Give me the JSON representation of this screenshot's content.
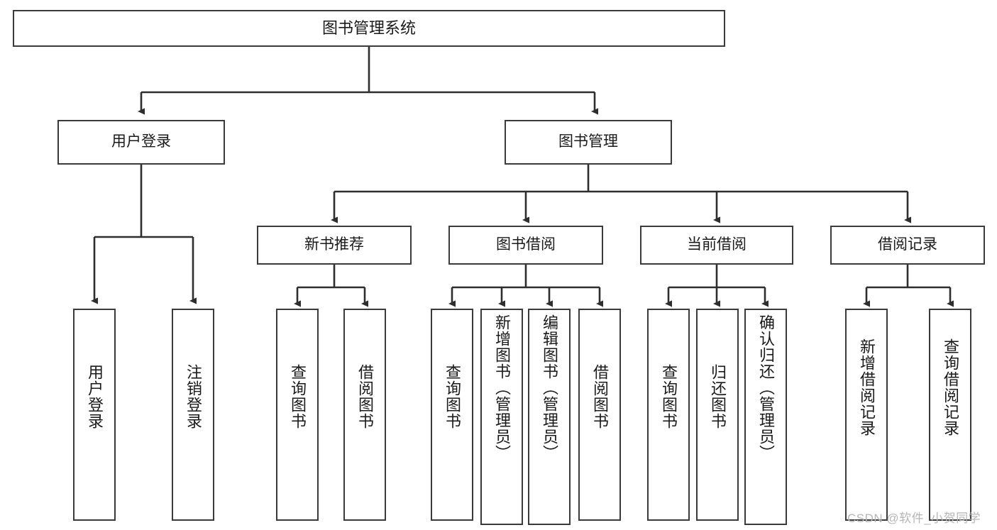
{
  "diagram": {
    "type": "tree",
    "title": "图书管理系统",
    "root": {
      "label": "图书管理系统"
    },
    "level2": [
      {
        "label": "用户登录"
      },
      {
        "label": "图书管理"
      }
    ],
    "level3": [
      {
        "label": "新书推荐"
      },
      {
        "label": "图书借阅"
      },
      {
        "label": "当前借阅"
      },
      {
        "label": "借阅记录"
      }
    ],
    "leaves": {
      "user_login": [
        {
          "label": "用户登录"
        },
        {
          "label": "注销登录"
        }
      ],
      "new_book_recommend": [
        {
          "label": "查询图书"
        },
        {
          "label": "借阅图书"
        }
      ],
      "book_borrow": [
        {
          "label": "查询图书"
        },
        {
          "label": "新增图书（管理员）"
        },
        {
          "label": "编辑图书（管理员）"
        },
        {
          "label": "借阅图书"
        }
      ],
      "current_borrow": [
        {
          "label": "查询图书"
        },
        {
          "label": "归还图书"
        },
        {
          "label": "确认归还（管理员）"
        }
      ],
      "borrow_records": [
        {
          "label": "新增借阅记录"
        },
        {
          "label": "查询借阅记录"
        }
      ]
    },
    "watermark": "CSDN @软件_小贺同学",
    "colors": {
      "background": "#ffffff",
      "box_border": "#3a3a3a",
      "box_fill": "#ffffff",
      "connector": "#2e2e2e",
      "text": "#1a1a1a",
      "watermark": "#b6b6b6"
    }
  }
}
